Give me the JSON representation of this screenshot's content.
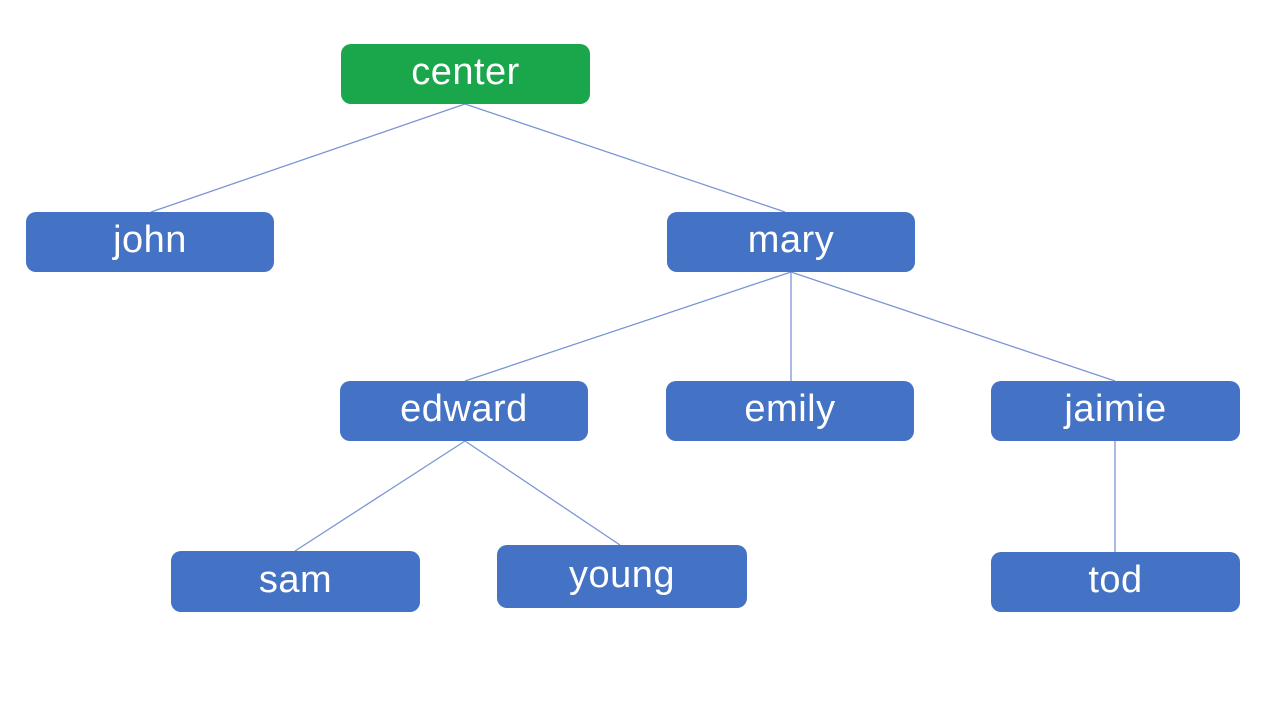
{
  "diagram": {
    "type": "tree",
    "nodes": [
      {
        "id": "center",
        "label": "center",
        "variant": "root",
        "parent": null
      },
      {
        "id": "john",
        "label": "john",
        "variant": "child",
        "parent": "center"
      },
      {
        "id": "mary",
        "label": "mary",
        "variant": "child",
        "parent": "center"
      },
      {
        "id": "edward",
        "label": "edward",
        "variant": "child",
        "parent": "mary"
      },
      {
        "id": "emily",
        "label": "emily",
        "variant": "child",
        "parent": "mary"
      },
      {
        "id": "jaimie",
        "label": "jaimie",
        "variant": "child",
        "parent": "mary"
      },
      {
        "id": "sam",
        "label": "sam",
        "variant": "child",
        "parent": "edward"
      },
      {
        "id": "young",
        "label": "young",
        "variant": "child",
        "parent": "edward"
      },
      {
        "id": "tod",
        "label": "tod",
        "variant": "child",
        "parent": "jaimie"
      }
    ],
    "edges": [
      {
        "from": "center",
        "to": "john"
      },
      {
        "from": "center",
        "to": "mary"
      },
      {
        "from": "mary",
        "to": "edward"
      },
      {
        "from": "mary",
        "to": "emily"
      },
      {
        "from": "mary",
        "to": "jaimie"
      },
      {
        "from": "edward",
        "to": "sam"
      },
      {
        "from": "edward",
        "to": "young"
      },
      {
        "from": "jaimie",
        "to": "tod"
      }
    ],
    "colors": {
      "root": "#1AA64B",
      "node": "#4472C4",
      "edge": "#7B96D4",
      "text": "#FFFFFF",
      "background": "#FFFFFF"
    }
  }
}
